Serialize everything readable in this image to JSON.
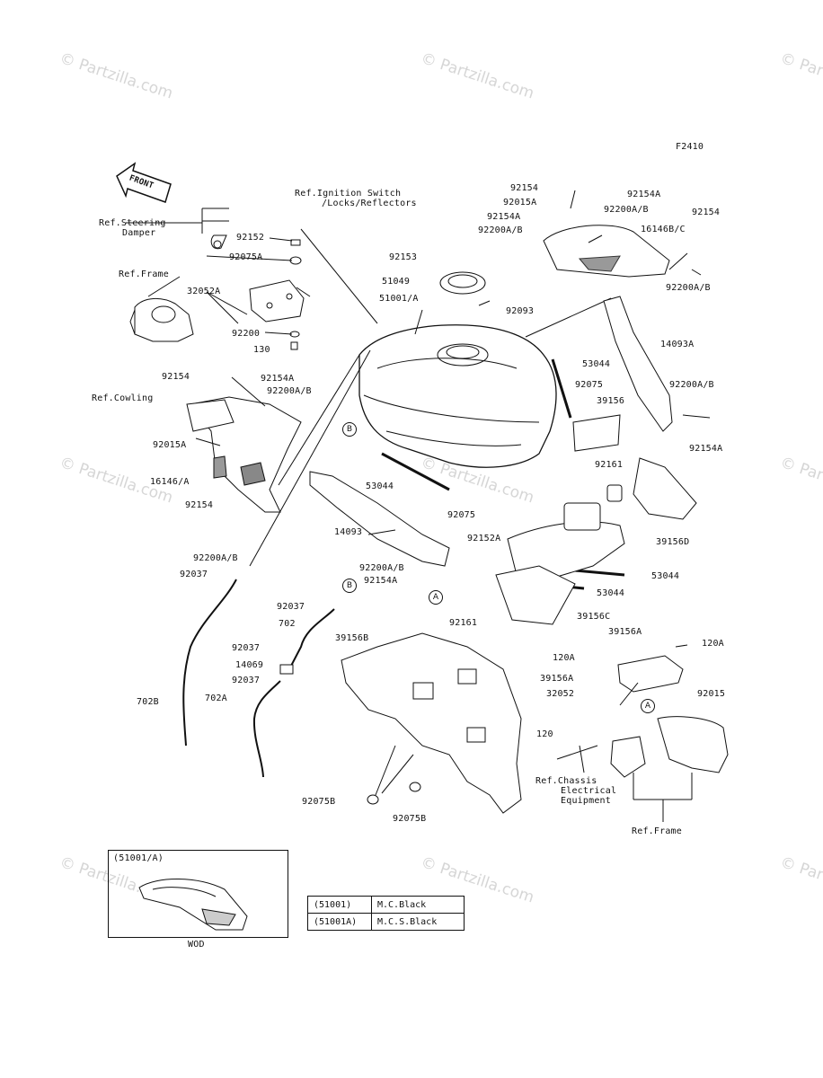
{
  "figure_code": "F2410",
  "watermark_text": "© Partzilla.com",
  "front_label": "FRONT",
  "refs": {
    "steering": [
      "Ref.Steering",
      "Damper"
    ],
    "frame_top": "Ref.Frame",
    "ignition": [
      "Ref.Ignition Switch",
      "/Locks/Reflectors"
    ],
    "cowling": "Ref.Cowling",
    "chassis": [
      "Ref.Chassis",
      "Electrical",
      "Equipment"
    ],
    "frame_bottom": "Ref.Frame"
  },
  "callouts": {
    "p92152_top": "92152",
    "p92075A": "92075A",
    "p32052A": "32052A",
    "p92200": "92200",
    "p130": "130",
    "p92154_tl": "92154",
    "p92154A_tl": "92154A",
    "p92200AB_tl": "92200A/B",
    "p92015A_l": "92015A",
    "p16146A": "16146/A",
    "p92154_l": "92154",
    "p92200AB_l": "92200A/B",
    "p92037_l": "92037",
    "p702B": "702B",
    "p92153": "92153",
    "p51049": "51049",
    "p51001A": "51001/A",
    "p92093": "92093",
    "p92154_top": "92154",
    "p92015A_top": "92015A",
    "p92154A_top": "92154A",
    "p92200AB_top": "92200A/B",
    "p92154A_r": "92154A",
    "p92200AB_r": "92200A/B",
    "p16146BC": "16146B/C",
    "p92154_r": "92154",
    "p92200AB_r2": "92200A/B",
    "p14093A": "14093A",
    "p53044_a": "53044",
    "p92075_a": "92075",
    "p39156": "39156",
    "p92200AB_r3": "92200A/B",
    "p92154A_r3": "92154A",
    "p53044_b": "53044",
    "p92075_b": "92075",
    "p14093": "14093",
    "p92152A": "92152A",
    "p92161_a": "92161",
    "p39156D": "39156D",
    "p92200AB_c": "92200A/B",
    "p92154A_c": "92154A",
    "p53044_c": "53044",
    "p53044_d": "53044",
    "p92161_b": "92161",
    "p39156C": "39156C",
    "p92037_b": "92037",
    "p702": "702",
    "p92037_c": "92037",
    "p14069": "14069",
    "p92037_d": "92037",
    "p702A": "702A",
    "p39156B": "39156B",
    "p92075B_a": "92075B",
    "p92075B_b": "92075B",
    "p39156A_a": "39156A",
    "p120A_a": "120A",
    "p120A_b": "120A",
    "p39156A_b": "39156A",
    "p32052": "32052",
    "p92015": "92015",
    "p120": "120"
  },
  "markers": {
    "A": "A",
    "B": "B"
  },
  "inset": {
    "title": "(51001/A)",
    "caption": "WOD"
  },
  "color_table": [
    {
      "code": "(51001)",
      "color": "M.C.Black"
    },
    {
      "code": "(51001A)",
      "color": "M.C.S.Black"
    }
  ]
}
